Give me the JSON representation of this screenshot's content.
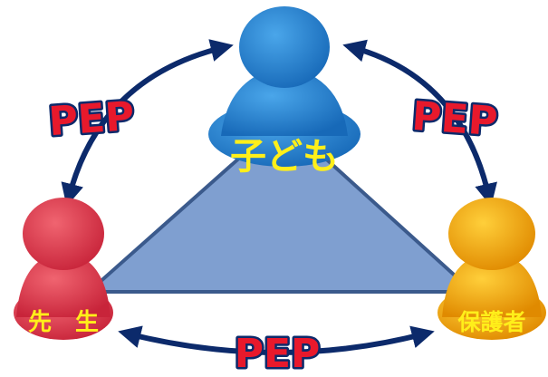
{
  "labels": {
    "child": "子ども",
    "teacher": "先　生",
    "guardian": "保護者"
  },
  "links": {
    "child_teacher": "PEP",
    "child_guardian": "PEP",
    "teacher_guardian": "PEP"
  },
  "colors": {
    "child_figure": "#1f7fcf",
    "teacher_figure": "#e23a49",
    "guardian_figure": "#f0a400",
    "triangle_fill": "#7f9fd0",
    "triangle_stroke": "#3b5a8c",
    "arrow": "#0c2a6b",
    "pep_fill": "#e8192c",
    "label_text": "#ffef1a"
  }
}
